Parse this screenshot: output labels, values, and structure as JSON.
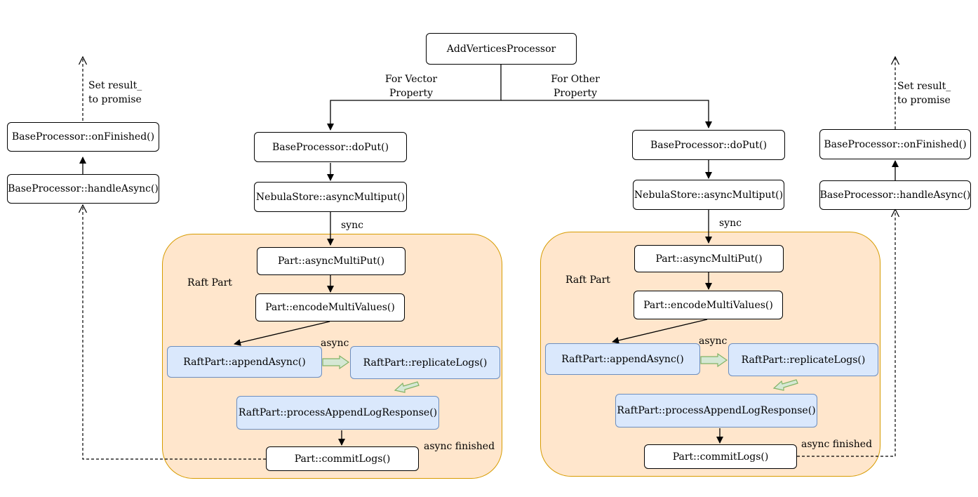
{
  "nodes": {
    "root": "AddVerticesProcessor",
    "left_doput": "BaseProcessor::doPut()",
    "left_multiput": "NebulaStore::asyncMultiput()",
    "left_part_async": "Part::asyncMultiPut()",
    "left_encode": "Part::encodeMultiValues()",
    "left_append": "RaftPart::appendAsync()",
    "left_replicate": "RaftPart::replicateLogs()",
    "left_process": "RaftPart::processAppendLogResponse()",
    "left_commit": "Part::commitLogs()",
    "left_onfinished": "BaseProcessor::onFinished()",
    "left_handle": "BaseProcessor::handleAsync()",
    "right_doput": "BaseProcessor::doPut()",
    "right_multiput": "NebulaStore::asyncMultiput()",
    "right_part_async": "Part::asyncMultiPut()",
    "right_encode": "Part::encodeMultiValues()",
    "right_append": "RaftPart::appendAsync()",
    "right_replicate": "RaftPart::replicateLogs()",
    "right_process": "RaftPart::processAppendLogResponse()",
    "right_commit": "Part::commitLogs()",
    "right_onfinished": "BaseProcessor::onFinished()",
    "right_handle": "BaseProcessor::handleAsync()"
  },
  "labels": {
    "for_vector_1": "For Vector",
    "for_vector_2": "Property",
    "for_other_1": "For Other",
    "for_other_2": "Property",
    "left_set_1": "Set result_",
    "left_set_2": "to promise",
    "right_set_1": "Set result_",
    "right_set_2": "to promise",
    "left_sync": "sync",
    "right_sync": "sync",
    "left_raft": "Raft Part",
    "right_raft": "Raft Part",
    "left_async": "async",
    "right_async": "async",
    "left_async_finished": "async finished",
    "right_async_finished": "async finished"
  },
  "colors": {
    "raft_fill": "#ffe6cc",
    "raft_border": "#d79b00",
    "raft_node_fill": "#dae8fc",
    "raft_node_border": "#6c8ebf",
    "hint_arrow_fill": "#d5e8d4",
    "hint_arrow_border": "#82b366"
  }
}
